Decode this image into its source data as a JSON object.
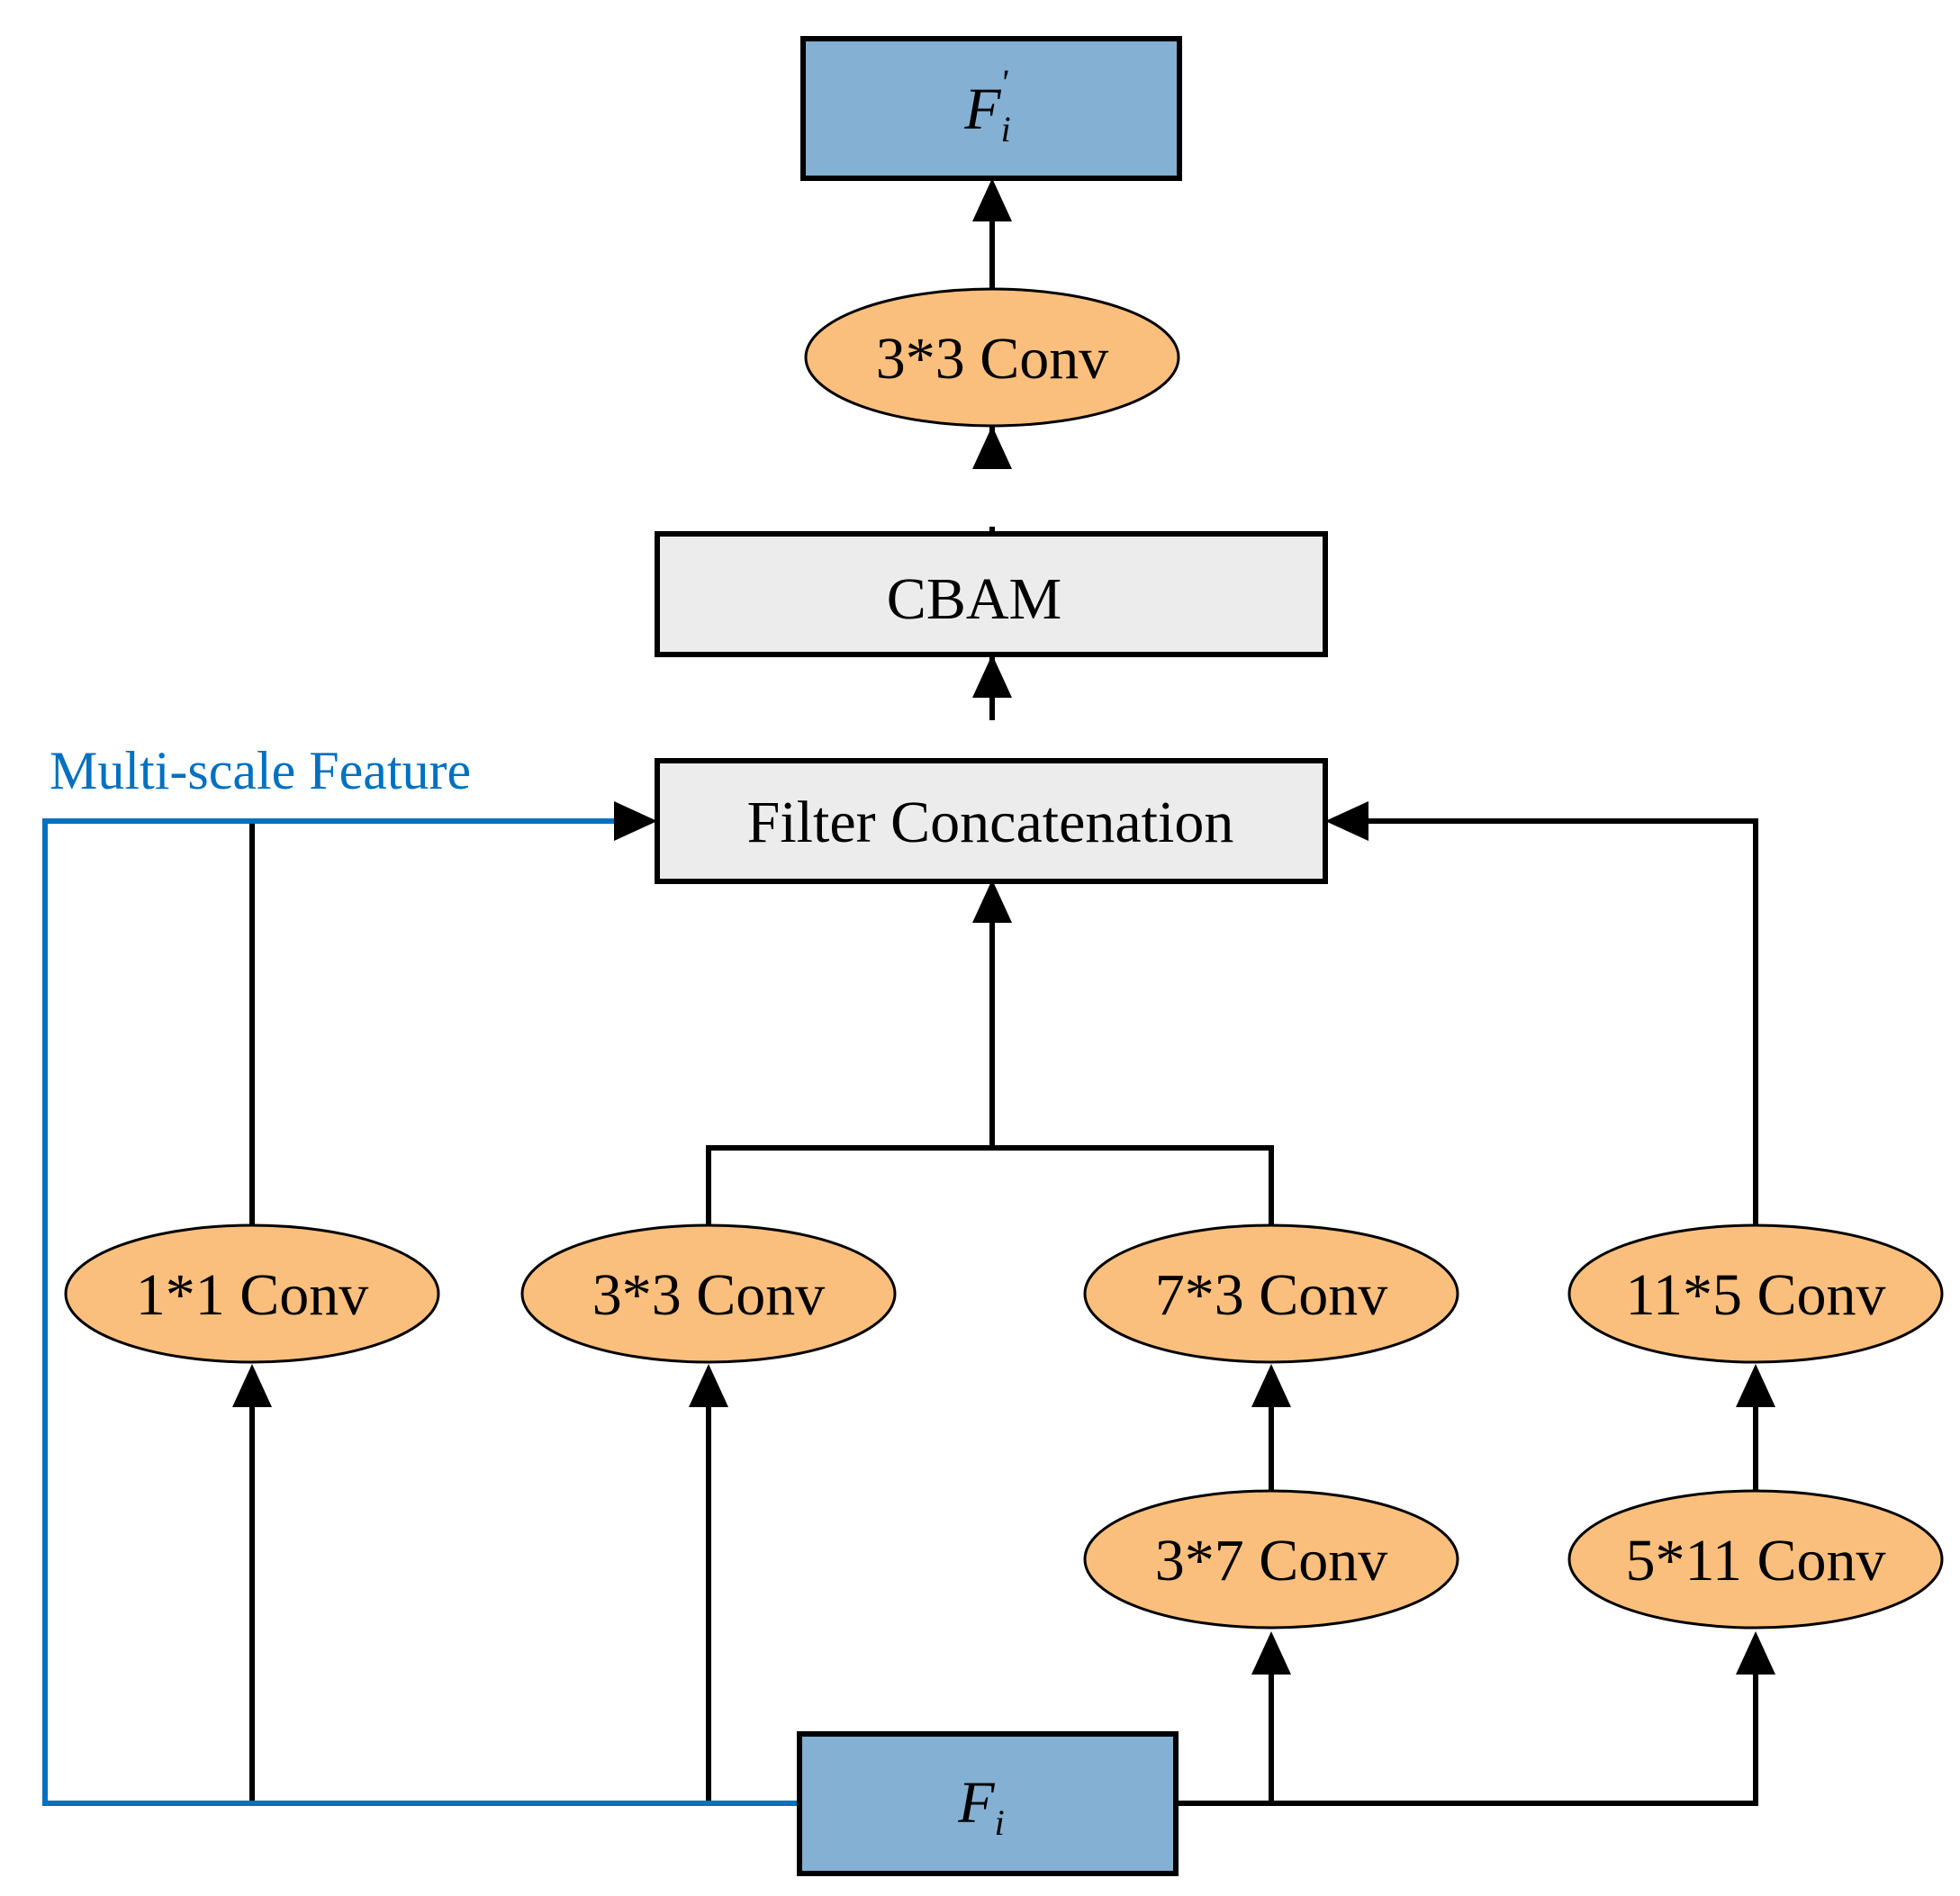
{
  "colors": {
    "feature_box": "#84b0d3",
    "conv_node": "#fbbf7d",
    "block_box": "#ececec",
    "skip_line": "#0070c0",
    "line": "#000000"
  },
  "nodes": {
    "output": {
      "base": "F",
      "sub": "i",
      "sup": "'"
    },
    "conv_top": "3*3 Conv",
    "cbam": "CBAM",
    "concat": "Filter Concatenation",
    "conv_1x1": "1*1 Conv",
    "conv_3x3": "3*3 Conv",
    "conv_7x3": "7*3 Conv",
    "conv_11x5": "11*5 Conv",
    "conv_3x7": "3*7 Conv",
    "conv_5x11": "5*11 Conv",
    "input": {
      "base": "F",
      "sub": "i"
    }
  },
  "skip_label": "Multi-scale Feature",
  "edges": [
    [
      "input",
      "conv_1x1"
    ],
    [
      "input",
      "conv_3x3"
    ],
    [
      "input",
      "conv_3x7"
    ],
    [
      "input",
      "conv_5x11"
    ],
    [
      "conv_3x7",
      "conv_7x3"
    ],
    [
      "conv_5x11",
      "conv_11x5"
    ],
    [
      "conv_1x1",
      "concat"
    ],
    [
      "conv_3x3",
      "concat"
    ],
    [
      "conv_7x3",
      "concat"
    ],
    [
      "conv_11x5",
      "concat"
    ],
    [
      "input",
      "concat"
    ],
    [
      "concat",
      "cbam"
    ],
    [
      "cbam",
      "conv_top"
    ],
    [
      "conv_top",
      "output"
    ]
  ]
}
